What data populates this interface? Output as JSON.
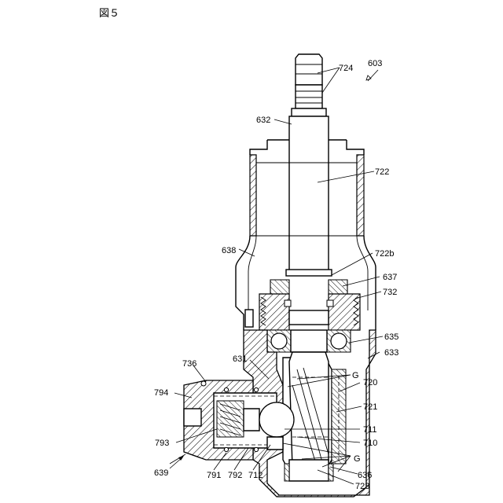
{
  "figure": {
    "title": "図５"
  },
  "labels": {
    "l603": "603",
    "l724": "724",
    "l632": "632",
    "l722": "722",
    "l638": "638",
    "l722b": "722b",
    "l637": "637",
    "l732": "732",
    "l635": "635",
    "l633": "633",
    "l736": "736",
    "l631": "631",
    "lG1": "G",
    "l720": "720",
    "l794": "794",
    "l721": "721",
    "l711": "711",
    "l793": "793",
    "l710": "710",
    "lG2": "G",
    "l639": "639",
    "l791": "791",
    "l792": "792",
    "l712": "712",
    "l636": "636",
    "l723": "723"
  }
}
